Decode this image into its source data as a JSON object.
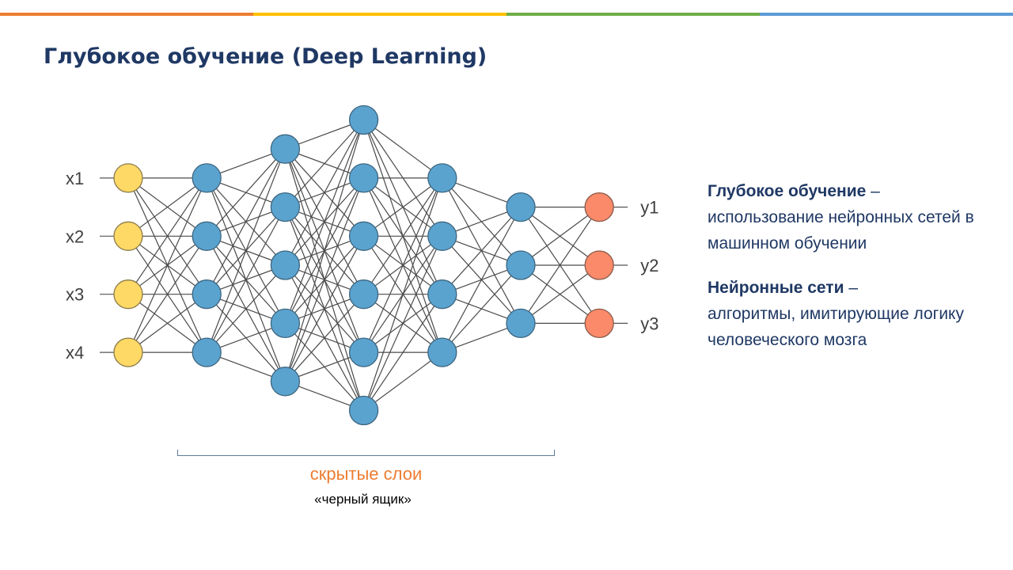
{
  "slide": {
    "title": "Глубокое обучение (Deep Learning)",
    "accent_colors": [
      "#ed7d31",
      "#ffc000",
      "#70ad47",
      "#5b9bd5"
    ]
  },
  "network": {
    "inputs": [
      "x1",
      "x2",
      "x3",
      "x4"
    ],
    "outputs": [
      "y1",
      "y2",
      "y3"
    ],
    "layers": [
      {
        "role": "input",
        "neurons": 4,
        "color": "#ffd966"
      },
      {
        "role": "hidden",
        "neurons": 4,
        "color": "#5ba3cf"
      },
      {
        "role": "hidden",
        "neurons": 5,
        "color": "#5ba3cf"
      },
      {
        "role": "hidden",
        "neurons": 6,
        "color": "#5ba3cf"
      },
      {
        "role": "hidden",
        "neurons": 4,
        "color": "#5ba3cf"
      },
      {
        "role": "hidden",
        "neurons": 3,
        "color": "#5ba3cf"
      },
      {
        "role": "output",
        "neurons": 3,
        "color": "#fa8a6a"
      }
    ],
    "hidden_label": "скрытые слои",
    "black_box_label": "«черный ящик»"
  },
  "definitions": [
    {
      "term": "Глубокое обучение",
      "dash": " –",
      "text": "использование нейронных сетей в машинном обучении"
    },
    {
      "term": "Нейронные сети",
      "dash": " –",
      "text": "алгоритмы, имитирующие логику человеческого мозга"
    }
  ]
}
